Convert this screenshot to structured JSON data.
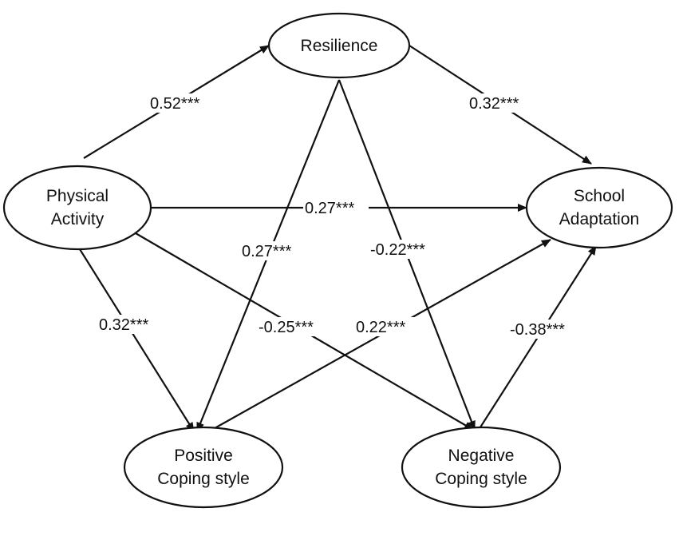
{
  "nodes": {
    "resilience": {
      "lines": [
        "Resilience"
      ]
    },
    "physical_activity": {
      "lines": [
        "Physical",
        "Activity"
      ]
    },
    "school_adaptation": {
      "lines": [
        "School",
        "Adaptation"
      ]
    },
    "positive_coping": {
      "lines": [
        "Positive",
        "Coping style"
      ]
    },
    "negative_coping": {
      "lines": [
        "Negative",
        "Coping style"
      ]
    }
  },
  "paths": {
    "pa_to_resilience": "0.52***",
    "resilience_to_school": "0.32***",
    "pa_to_school": "0.27***",
    "resilience_to_positive": "0.27***",
    "resilience_to_negative": "-0.22***",
    "pa_to_positive": "0.32***",
    "pa_to_negative": "-0.25***",
    "positive_to_school": "0.22***",
    "negative_to_school": "-0.38***"
  },
  "colors": {
    "stroke": "#111111",
    "background": "#ffffff"
  }
}
